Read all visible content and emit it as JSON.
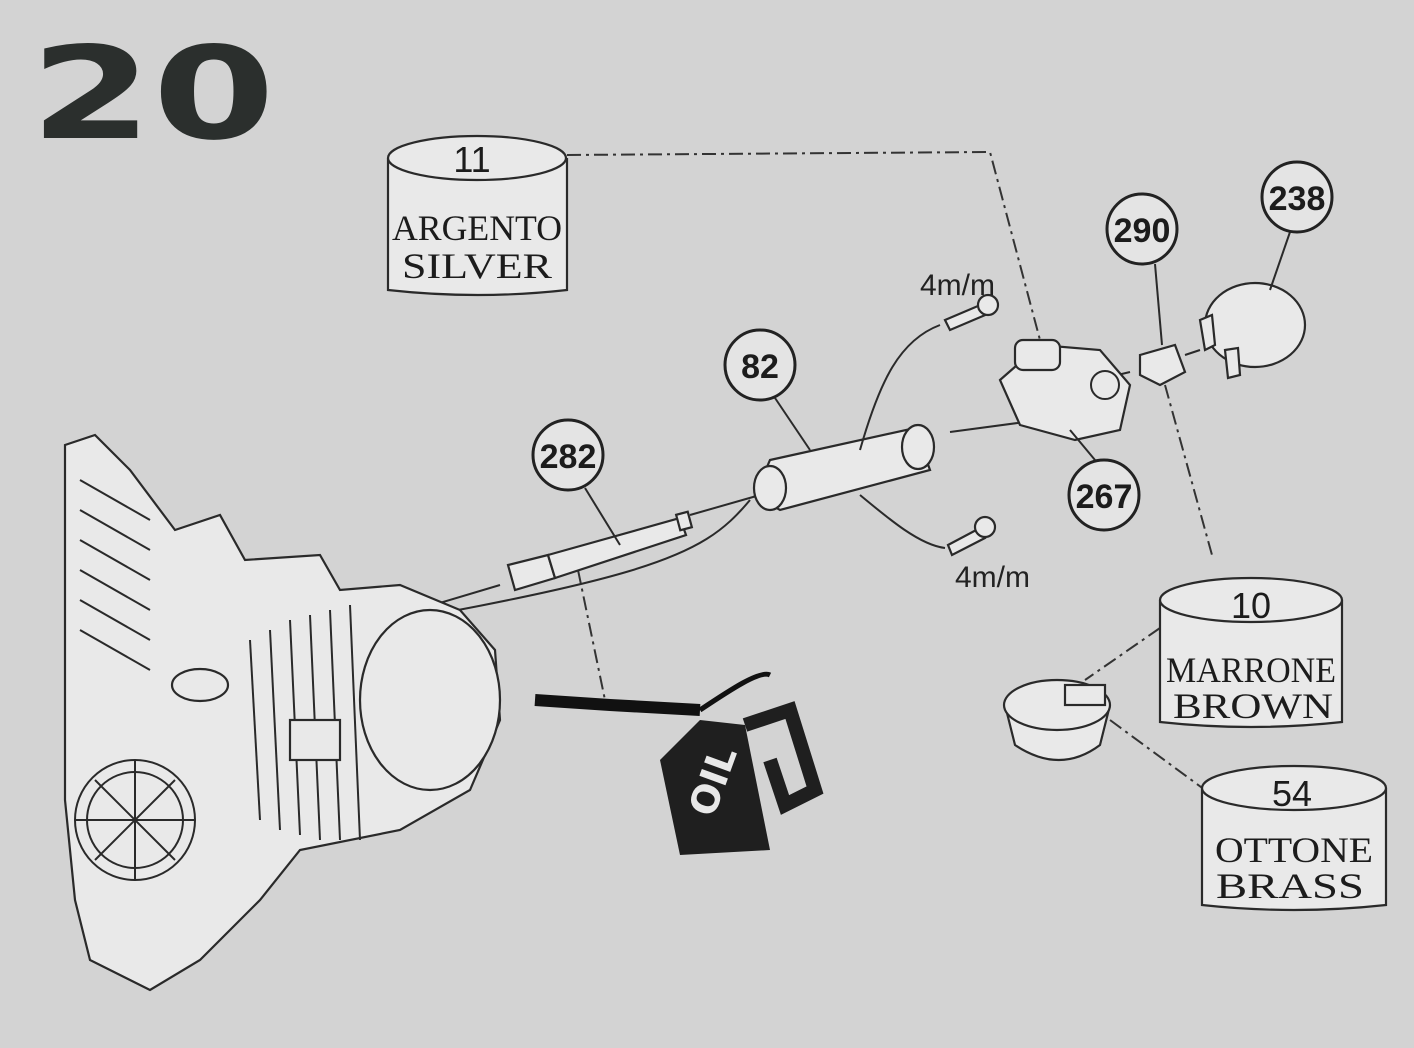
{
  "step_number": "20",
  "paints": [
    {
      "code": "11",
      "name_it": "ARGENTO",
      "name_en": "SILVER"
    },
    {
      "code": "10",
      "name_it": "MARRONE",
      "name_en": "BROWN"
    },
    {
      "code": "54",
      "name_it": "OTTONE",
      "name_en": "BRASS"
    }
  ],
  "part_callouts": [
    "290",
    "238",
    "82",
    "282",
    "267"
  ],
  "screw_labels": [
    "4m/m",
    "4m/m"
  ],
  "oil_label": "OIL",
  "colors": {
    "background": "#d3d3d3",
    "ink": "#2a2a2a",
    "step_block": "#2b2f2d"
  }
}
